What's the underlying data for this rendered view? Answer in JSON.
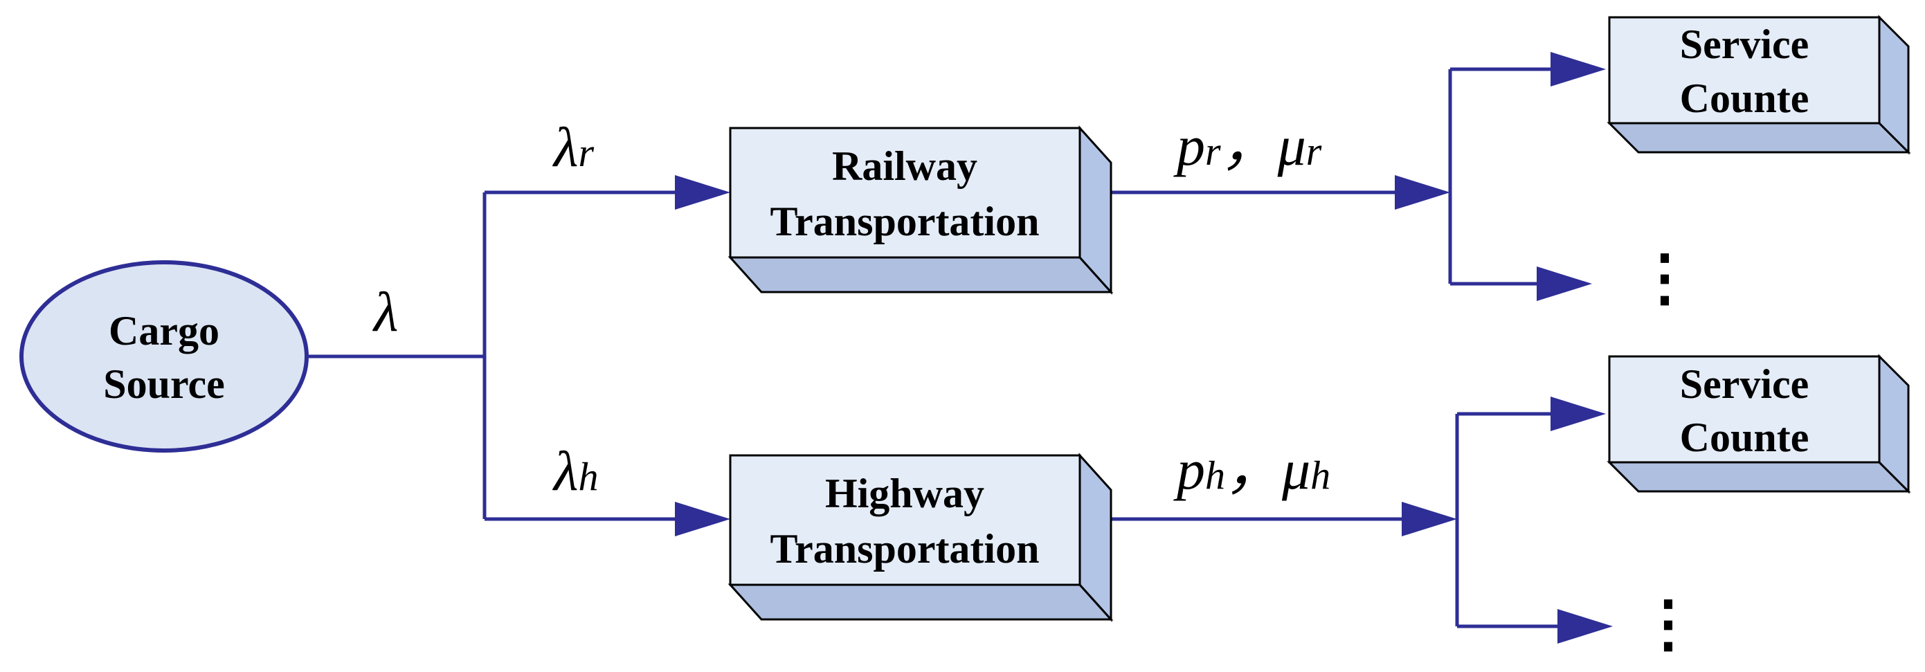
{
  "colors": {
    "line": "#2e2e96",
    "box_front": "#e4ecf7",
    "box_side": "#b3c5e6",
    "box_bottom": "#aebfe0",
    "ellipse_fill": "#dbe4f3",
    "ellipse_stroke": "#2e2e96"
  },
  "nodes": {
    "cargo_source": {
      "line1": "Cargo",
      "line2": "Source"
    },
    "railway": {
      "line1": "Railway",
      "line2": "Transportation"
    },
    "highway": {
      "line1": "Highway",
      "line2": "Transportation"
    },
    "service_top": {
      "line1": "Service",
      "line2": "Counte"
    },
    "service_bottom": {
      "line1": "Service",
      "line2": "Counte"
    }
  },
  "labels": {
    "lambda": "λ",
    "lambda_r": {
      "base": "λ",
      "sub": "r"
    },
    "lambda_h": {
      "base": "λ",
      "sub": "h"
    },
    "rail_out": {
      "p": "p",
      "p_sub": "r",
      "sep": "，",
      "mu": "μ",
      "mu_sub": "r"
    },
    "high_out": {
      "p": "p",
      "p_sub": "h",
      "sep": "，",
      "mu": "μ",
      "mu_sub": "h"
    }
  },
  "ellipsis": [
    "⋮",
    "⋮"
  ]
}
